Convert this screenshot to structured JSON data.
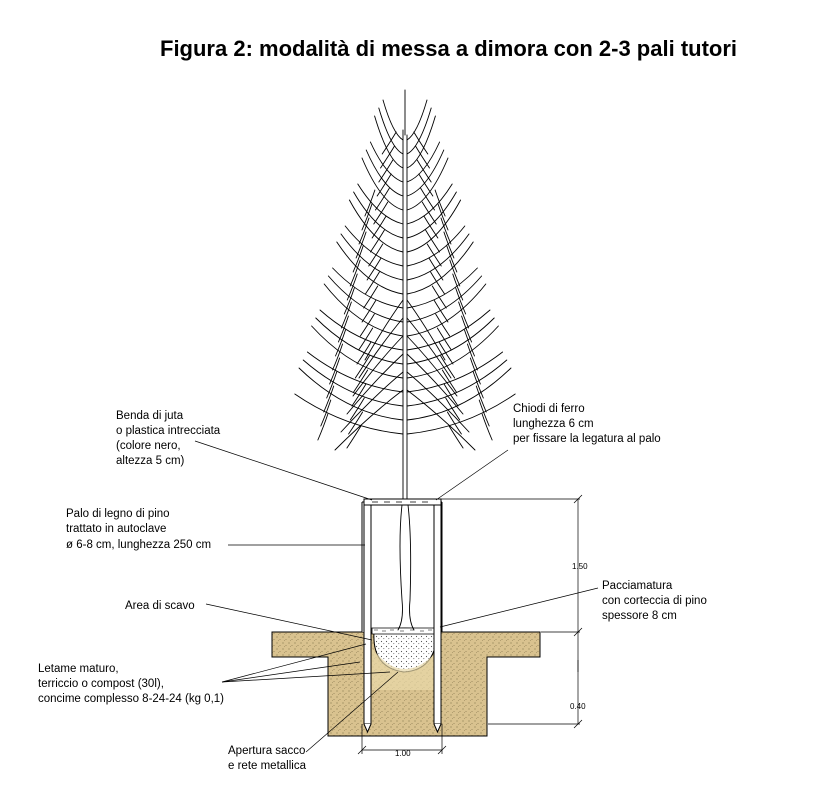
{
  "title": "Figura 2: modalità di messa a dimora con 2-3 pali tutori",
  "labels": {
    "benda": [
      "Benda di juta",
      "o plastica intrecciata",
      "(colore nero,",
      "altezza 5 cm)"
    ],
    "chiodi": [
      "Chiodi di ferro",
      "lunghezza 6 cm",
      "per fissare la legatura al palo"
    ],
    "palo": [
      "Palo di legno di pino",
      "trattato in autoclave",
      "ø 6-8 cm, lunghezza 250 cm"
    ],
    "area_scavo": [
      "Area di scavo"
    ],
    "pacciamatura": [
      "Pacciamatura",
      "con corteccia di pino",
      "spessore 8 cm"
    ],
    "letame": [
      "Letame maturo,",
      "terriccio o compost (30l),",
      "concime complesso 8-24-24 (kg 0,1)"
    ],
    "apertura": [
      "Apertura sacco",
      "e rete metallica"
    ]
  },
  "dimensions": {
    "height_stake": "1.50",
    "depth_pit": "0.40",
    "width_pit": "1.00"
  },
  "colors": {
    "soil": "#d9c28f",
    "soil_dots": "#8a7a50",
    "line": "#000000"
  }
}
